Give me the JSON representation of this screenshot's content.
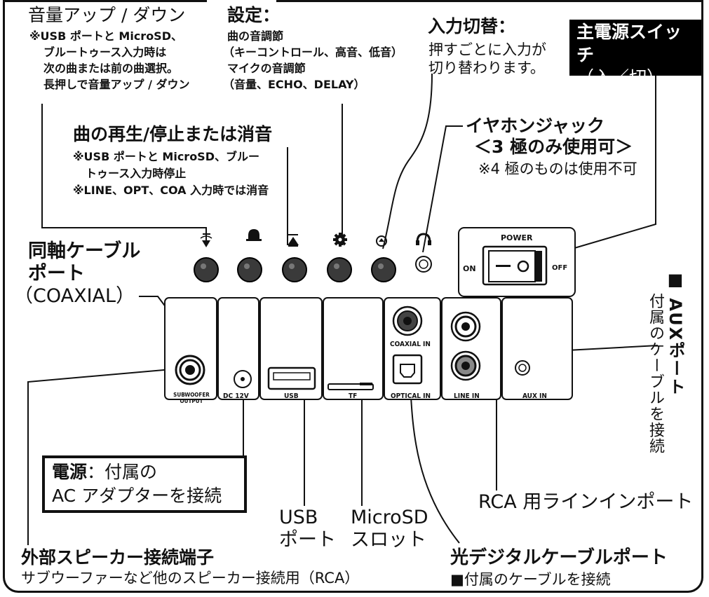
{
  "callouts": {
    "volume": {
      "title": "音量アップ / ダウン",
      "lines": [
        "※USB ポートと MicroSD、",
        "ブルートゥース入力時は",
        "次の曲または前の曲選択。",
        "長押しで音量アップ / ダウン"
      ]
    },
    "settings": {
      "title": "設定：",
      "lines": [
        "曲の音調節",
        "（キーコントロール、高音、低音）",
        "マイクの音調節",
        "（音量、ECHO、DELAY）"
      ]
    },
    "input": {
      "title": "入力切替：",
      "lines": [
        "押すごとに入力が",
        "切り替わります。"
      ]
    },
    "power_switch": {
      "line1": "主電源スイッチ",
      "line2": "（入／切）"
    },
    "play": {
      "title": "曲の再生/停止または消音",
      "lines": [
        "※USB ポートと MicroSD、ブルー",
        "トゥース入力時停止",
        "※LINE、OPT、COA 入力時では消音"
      ]
    },
    "earphone": {
      "title": "イヤホンジャック",
      "sub": "＜3 極のみ使用可＞",
      "note": "※4 極のものは使用不可"
    },
    "coaxial": {
      "line1": "同軸ケーブル",
      "line2": "ポート",
      "line3": "（COAXIAL）"
    },
    "aux": {
      "title": "■ AUXポート",
      "note": "付属のケーブルを接続"
    },
    "dc": {
      "line1_bold": "電源",
      "line1_rest": "：付属の",
      "line2": "AC アダプターを接続"
    },
    "usb": {
      "line1": "USB",
      "line2": "ポート"
    },
    "microsd": {
      "line1": "MicroSD",
      "line2": "スロット"
    },
    "rca_line": {
      "title": "RCA 用ラインインポート"
    },
    "external": {
      "title": "外部スピーカー接続端子",
      "sub": "サブウーファーなど他のスピーカー接続用（RCA）"
    },
    "optical": {
      "title": "光デジタルケーブルポート",
      "sub": "■付属のケーブルを接続"
    }
  },
  "panel": {
    "power_label": "POWER",
    "on_label": "ON",
    "off_label": "OFF",
    "ports": {
      "subwoofer": "SUBWOOFER OUTPUT",
      "dc": "DC 12V",
      "usb": "USB",
      "tf": "TF",
      "coaxial": "COAXIAL IN",
      "optical": "OPTICAL IN",
      "line": "LINE IN",
      "aux": "AUX IN"
    },
    "icons": [
      "volume-icon",
      "bell-icon",
      "play-stop-icon",
      "gear-icon",
      "input-icon",
      "headphone-icon"
    ]
  }
}
